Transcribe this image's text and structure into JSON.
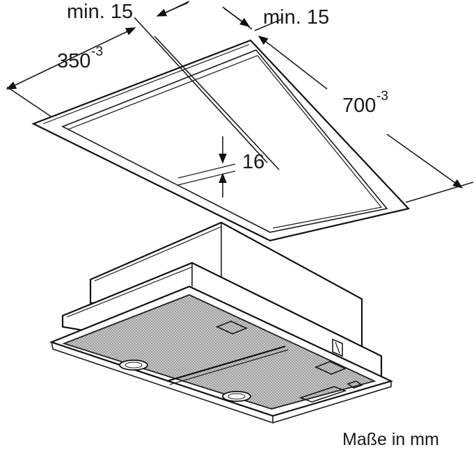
{
  "dimensions": {
    "clearance_left": "min. 15",
    "clearance_right": "min. 15",
    "width_value": "350",
    "width_tolerance": "-3",
    "length_value": "700",
    "length_tolerance": "-3",
    "frame_height": "16"
  },
  "units_note": "Maße in mm"
}
